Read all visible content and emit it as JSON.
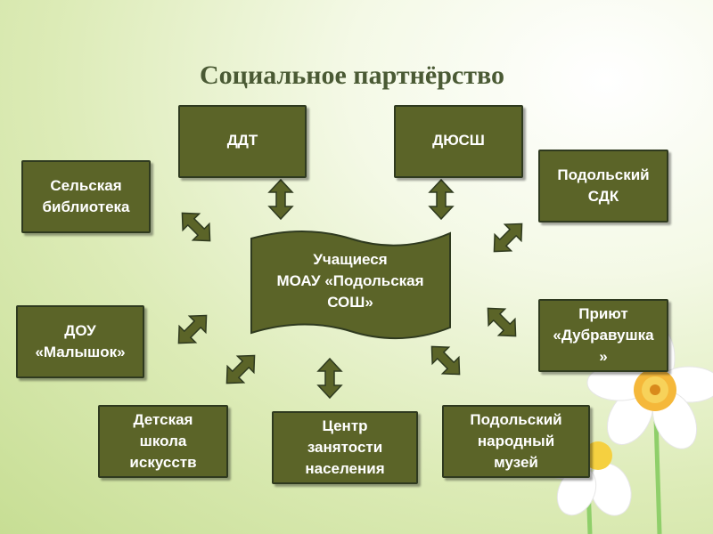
{
  "title": "Социальное партнёрство",
  "colors": {
    "box_fill": "#5b6428",
    "box_border": "#2f3a1f",
    "arrow_fill": "#5b6428"
  },
  "center": {
    "label": "Учащиеся\nМОАУ «Подольская\nСОШ»"
  },
  "partners": {
    "ddt": "ДДТ",
    "dyush": "ДЮСШ",
    "library": "Сельская\nбиблиотека",
    "sdk": "Подольский\nСДК",
    "dou": "ДОУ\n«Малышок»",
    "priyut": "Приют\n«Дубравушка\n»",
    "art_school": "Детская\nшкола\nискусств",
    "employment": "Центр\nзанятости\nнаселения",
    "museum": "Подольский\nнародный\nмузей"
  }
}
